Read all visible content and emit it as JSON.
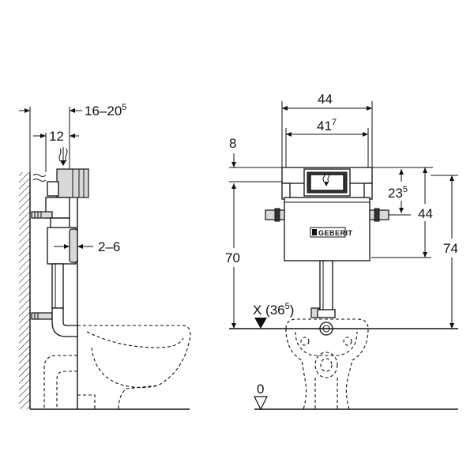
{
  "side_view": {
    "dim_depth": "16–20",
    "dim_depth_sup": "5",
    "dim_offset": "12",
    "dim_wall": "2–6"
  },
  "front_view": {
    "dim_width": "44",
    "dim_inner_width": "41",
    "dim_inner_width_sup": "7",
    "dim_top": "8",
    "dim_flush": "23",
    "dim_flush_sup": "5",
    "dim_cistern_height": "44",
    "dim_height_70": "70",
    "dim_height_74": "74",
    "dim_x_label": "X (36",
    "dim_x_sup": "5",
    "dim_x_close": ")",
    "dim_zero": "0",
    "brand": "GEBERIT"
  }
}
